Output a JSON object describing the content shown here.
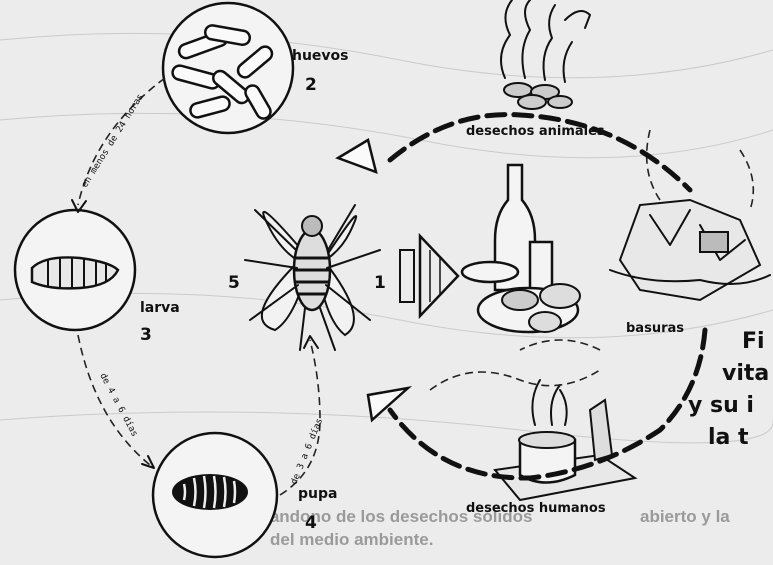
{
  "labels": {
    "eggs": "huevos",
    "eggs_num": "2",
    "larva": "larva",
    "larva_num": "3",
    "pupa": "pupa",
    "pupa_num": "4",
    "adult_num": "5",
    "food_num": "1",
    "animal_waste": "desechos animales",
    "garbage": "basuras",
    "human_waste": "desechos humanos"
  },
  "arrow_notes": {
    "eggs_to_larva": "en menos de 24 horas",
    "larva_to_pupa": "de 4 a 6 días",
    "pupa_to_adult": "de 3 a 6 días"
  },
  "side_text": {
    "line1": "Fi",
    "line2": "vita",
    "line3": "y su i",
    "line4": "la t"
  },
  "background_text": {
    "line1": "abandono de los desechos sólidos",
    "line2": "del medio ambiente.",
    "line3": "abierto y la"
  }
}
